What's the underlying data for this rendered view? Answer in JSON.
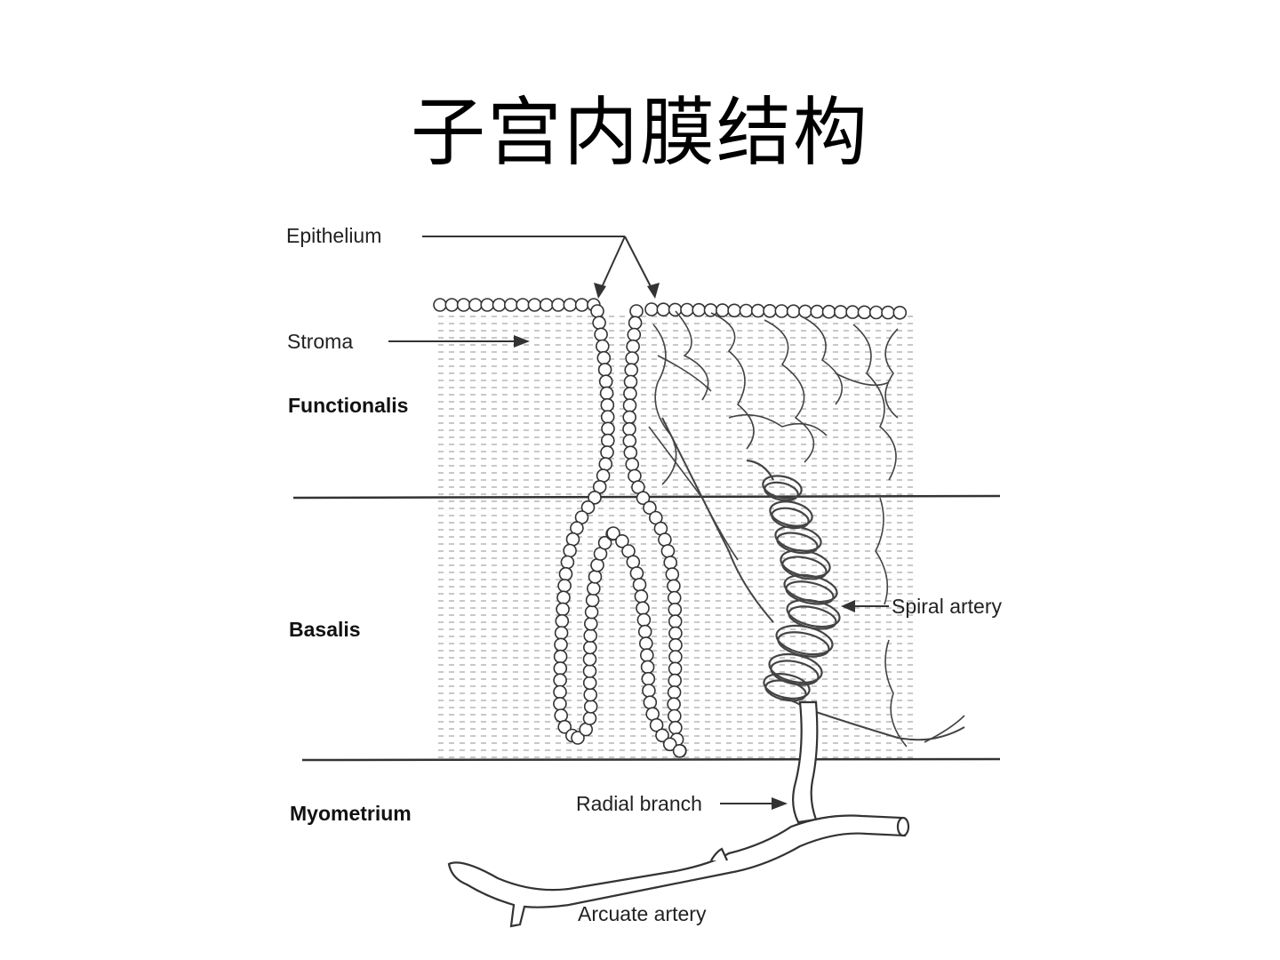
{
  "title": "子宫内膜结构",
  "labels": {
    "epithelium": "Epithelium",
    "stroma": "Stroma",
    "functionalis": "Functionalis",
    "basalis": "Basalis",
    "myometrium": "Myometrium",
    "spiral_artery": "Spiral artery",
    "radial_branch": "Radial branch",
    "arcuate_artery": "Arcuate artery"
  },
  "colors": {
    "line": "#333333",
    "stroma_dash": "#9a9a9a",
    "vessel_fill": "#ffffff"
  }
}
